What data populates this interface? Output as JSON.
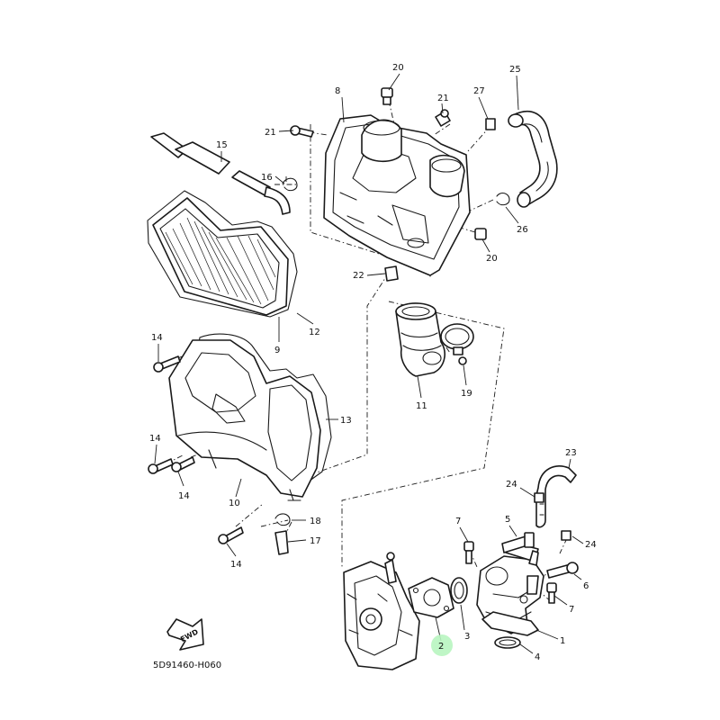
{
  "diagram_code": "5D91460-H060",
  "fwd_label": "FWD",
  "highlight_color": "#b8f5c0",
  "callouts": {
    "p1": "1",
    "p2": "2",
    "p3": "3",
    "p4": "4",
    "p5": "5",
    "p6": "6",
    "p7a": "7",
    "p7b": "7",
    "p8": "8",
    "p9": "9",
    "p10": "10",
    "p11": "11",
    "p12": "12",
    "p13": "13",
    "p14a": "14",
    "p14b": "14",
    "p14c": "14",
    "p14d": "14",
    "p15": "15",
    "p16": "16",
    "p17": "17",
    "p18": "18",
    "p19": "19",
    "p20a": "20",
    "p20b": "20",
    "p21a": "21",
    "p21b": "21",
    "p22": "22",
    "p23": "23",
    "p24a": "24",
    "p24b": "24",
    "p25": "25",
    "p26": "26",
    "p27": "27"
  }
}
